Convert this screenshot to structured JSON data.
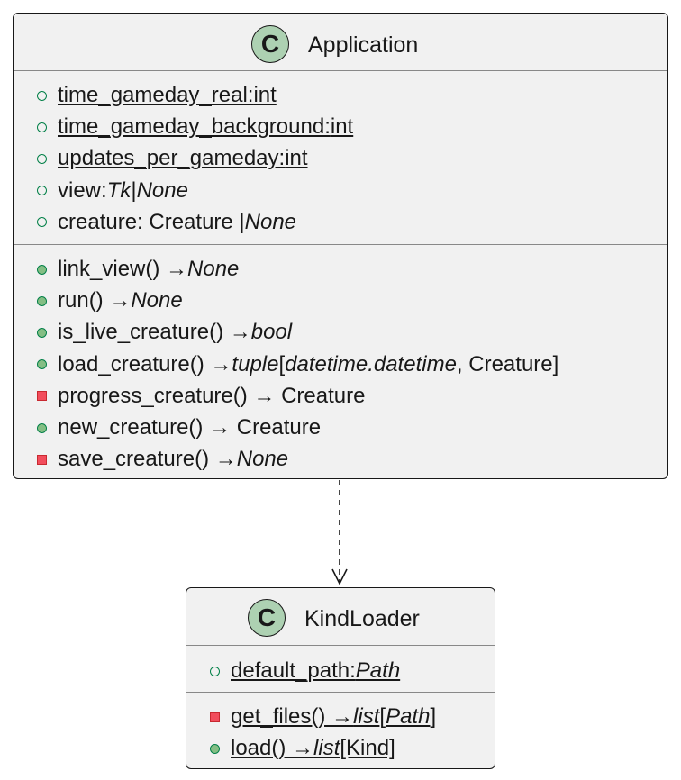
{
  "diagram": {
    "classes": [
      {
        "id": "application",
        "stereotype_letter": "C",
        "name": "Application",
        "attributes": [
          {
            "visibility": "public",
            "static": true,
            "text": [
              {
                "t": "time_gameday_real: ",
                "i": false
              },
              {
                "t": "int",
                "i": false
              }
            ]
          },
          {
            "visibility": "public",
            "static": true,
            "text": [
              {
                "t": "time_gameday_background: ",
                "i": false
              },
              {
                "t": "int",
                "i": false
              }
            ]
          },
          {
            "visibility": "public",
            "static": true,
            "text": [
              {
                "t": "updates_per_gameday: ",
                "i": false
              },
              {
                "t": "int",
                "i": false
              }
            ]
          },
          {
            "visibility": "public",
            "static": false,
            "text": [
              {
                "t": "view: ",
                "i": false
              },
              {
                "t": "Tk",
                "i": true
              },
              {
                "t": " | ",
                "i": false
              },
              {
                "t": "None",
                "i": true
              }
            ]
          },
          {
            "visibility": "public",
            "static": false,
            "text": [
              {
                "t": "creature: Creature | ",
                "i": false
              },
              {
                "t": "None",
                "i": true
              }
            ]
          }
        ],
        "methods": [
          {
            "visibility": "public",
            "static": false,
            "text": [
              {
                "t": "link_view() → ",
                "i": false
              },
              {
                "t": "None",
                "i": true
              }
            ]
          },
          {
            "visibility": "public",
            "static": false,
            "text": [
              {
                "t": "run() → ",
                "i": false
              },
              {
                "t": "None",
                "i": true
              }
            ]
          },
          {
            "visibility": "public",
            "static": false,
            "text": [
              {
                "t": "is_live_creature() → ",
                "i": false
              },
              {
                "t": "bool",
                "i": true
              }
            ]
          },
          {
            "visibility": "public",
            "static": false,
            "text": [
              {
                "t": "load_creature() → ",
                "i": false
              },
              {
                "t": "tuple",
                "i": true
              },
              {
                "t": " [",
                "i": false
              },
              {
                "t": "datetime.datetime",
                "i": true
              },
              {
                "t": ", Creature]",
                "i": false
              }
            ]
          },
          {
            "visibility": "private",
            "static": false,
            "text": [
              {
                "t": "progress_creature() → Creature",
                "i": false
              }
            ]
          },
          {
            "visibility": "public",
            "static": false,
            "text": [
              {
                "t": "new_creature() → Creature",
                "i": false
              }
            ]
          },
          {
            "visibility": "private",
            "static": false,
            "text": [
              {
                "t": "save_creature() → ",
                "i": false
              },
              {
                "t": "None",
                "i": true
              }
            ]
          }
        ]
      },
      {
        "id": "kindloader",
        "stereotype_letter": "C",
        "name": "KindLoader",
        "attributes": [
          {
            "visibility": "public",
            "static": true,
            "text": [
              {
                "t": "default_path: ",
                "i": false
              },
              {
                "t": "Path",
                "i": true
              }
            ]
          }
        ],
        "methods": [
          {
            "visibility": "private",
            "static": true,
            "text": [
              {
                "t": "get_files() → ",
                "i": false
              },
              {
                "t": "list",
                "i": true
              },
              {
                "t": " [",
                "i": false
              },
              {
                "t": "Path",
                "i": true
              },
              {
                "t": " ]",
                "i": false
              }
            ]
          },
          {
            "visibility": "public",
            "static": true,
            "text": [
              {
                "t": "load() → ",
                "i": false
              },
              {
                "t": "list",
                "i": true
              },
              {
                "t": " [Kind]",
                "i": false
              }
            ]
          }
        ]
      }
    ],
    "relations": [
      {
        "from": "application",
        "to": "kindloader",
        "type": "dependency",
        "line": "dashed",
        "arrow": "open"
      }
    ],
    "colors": {
      "class_fill": "#f1f1f1",
      "badge_fill": "#add1b2",
      "public_marker": "#038048",
      "private_marker": "#c82930",
      "border": "#181818"
    }
  }
}
